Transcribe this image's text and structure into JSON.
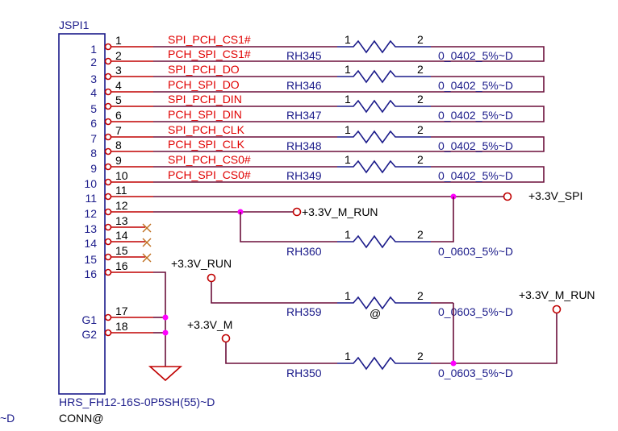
{
  "connector": {
    "ref": "JSPI1",
    "part": "HRS_FH12-16S-0P5SH(55)~D",
    "variant": "CONN@",
    "left_pins": [
      "1",
      "2",
      "3",
      "4",
      "5",
      "6",
      "7",
      "8",
      "9",
      "10",
      "11",
      "12",
      "13",
      "14",
      "15",
      "16",
      "G1",
      "G2"
    ],
    "right_pins": [
      "1",
      "2",
      "3",
      "4",
      "5",
      "6",
      "7",
      "8",
      "9",
      "10",
      "11",
      "12",
      "13",
      "14",
      "15",
      "16",
      "17",
      "18"
    ]
  },
  "nets": {
    "spi_pch_cs1": "SPI_PCH_CS1#",
    "pch_spi_cs1": "PCH_SPI_CS1#",
    "spi_pch_do": "SPI_PCH_DO",
    "pch_spi_do": "PCH_SPI_DO",
    "spi_pch_din": "SPI_PCH_DIN",
    "pch_spi_din": "PCH_SPI_DIN",
    "spi_pch_clk": "SPI_PCH_CLK",
    "pch_spi_clk": "PCH_SPI_CLK",
    "spi_pch_cs0": "SPI_PCH_CS0#",
    "pch_spi_cs0": "PCH_SPI_CS0#"
  },
  "power": {
    "v33_spi": "+3.3V_SPI",
    "v33_m_run": "+3.3V_M_RUN",
    "v33_run": "+3.3V_RUN",
    "v33_m": "+3.3V_M"
  },
  "resistors": [
    {
      "ref": "RH345",
      "value": "0_0402_5%~D"
    },
    {
      "ref": "RH346",
      "value": "0_0402_5%~D"
    },
    {
      "ref": "RH347",
      "value": "0_0402_5%~D"
    },
    {
      "ref": "RH348",
      "value": "0_0402_5%~D"
    },
    {
      "ref": "RH349",
      "value": "0_0402_5%~D"
    },
    {
      "ref": "RH360",
      "value": "0_0603_5%~D"
    },
    {
      "ref": "RH359",
      "value": "0_0603_5%~D"
    },
    {
      "ref": "RH350",
      "value": "0_0603_5%~D"
    }
  ],
  "resistor_pin1": "1",
  "resistor_pin2": "2",
  "variant_mark": "@",
  "edge_fragment": "~D"
}
